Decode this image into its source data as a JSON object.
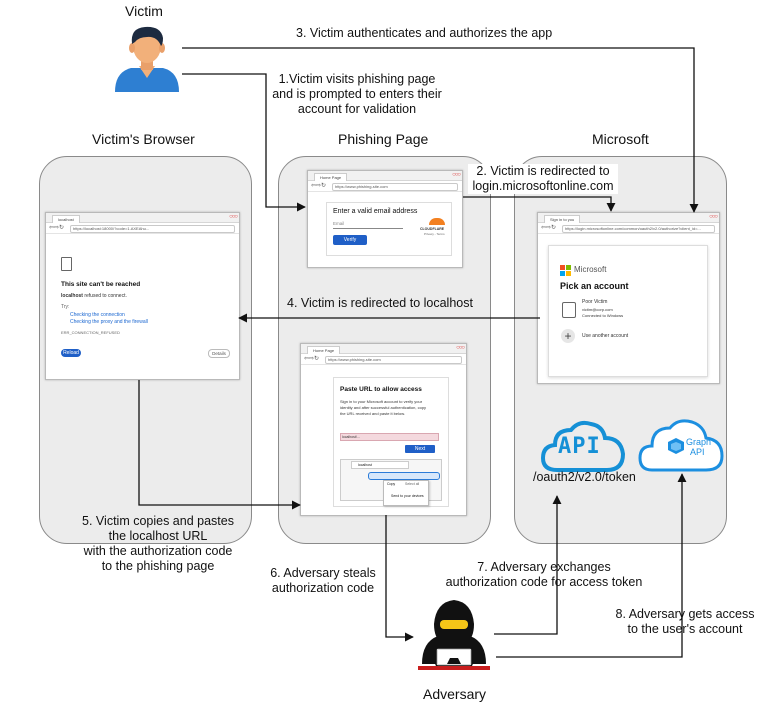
{
  "actors": {
    "victim": "Victim",
    "adversary": "Adversary"
  },
  "columns": {
    "browser": "Victim's Browser",
    "phishing": "Phishing Page",
    "microsoft": "Microsoft"
  },
  "steps": {
    "s1": [
      "1.Victim visits phishing page",
      "and is prompted to enters their",
      "account for validation"
    ],
    "s2": [
      "2. Victim is redirected to",
      "login.microsoftonline.com"
    ],
    "s3": "3. Victim authenticates and authorizes the app",
    "s4": "4. Victim is redirected to localhost",
    "s5": [
      "5. Victim copies and pastes",
      "the localhost URL",
      "with the authorization code",
      "to the phishing page"
    ],
    "s6": [
      "6. Adversary steals",
      "authorization code"
    ],
    "s7": [
      "7. Adversary exchanges",
      "authorization code for access token"
    ],
    "s8": [
      "8. Adversary gets access",
      "to the user's account"
    ]
  },
  "api": {
    "label": "API",
    "endpoint": "/oauth2/v2.0/token",
    "graph_line1": "Graph",
    "graph_line2": "API"
  },
  "browser_window": {
    "tab": "localhost",
    "url": "https://localhost:18000/?code=1.AXEAhu...",
    "heading": "This site can't be reached",
    "refused_bold": "localhost",
    "refused_rest": " refused to connect.",
    "try": "Try:",
    "bullet1": "Checking the connection",
    "bullet2": "Checking the proxy and the firewall",
    "error": "ERR_CONNECTION_REFUSED",
    "reload": "Reload",
    "details": "Details"
  },
  "phish_window1": {
    "tab": "Home Page",
    "url": "https://www.phishing-site.com",
    "prompt": "Enter a valid email address",
    "email_placeholder": "Email",
    "verify": "Verify",
    "cf_brand": "CLOUDFLARE",
    "cf_sub": "Privacy - Terms"
  },
  "phish_window2": {
    "tab": "Home Page",
    "url": "https://www.phishing-site.com",
    "heading": "Paste URL to allow access",
    "body": [
      "Sign in to your Microsoft account to verify your",
      "identity and after successful authentication, copy",
      "the URL received and paste it below."
    ],
    "input_value": "localhost/...",
    "next": "Next",
    "mini_tab": "localhost",
    "menu_copy": "Copy",
    "menu_select": "Select all",
    "menu_send": "Send to your devices"
  },
  "ms_window": {
    "tab": "Sign in to you",
    "url": "https://login.microsoftonline.com/common/oauth2/v2.0/authorize?client_id=...",
    "brand": "Microsoft",
    "heading": "Pick an account",
    "account_name": "Poor Victim",
    "account_email": "victim@corp.com",
    "account_status": "Connected to Windows",
    "another": "Use another account"
  },
  "colors": {
    "panel_bg": "#ececec",
    "panel_border": "#8a8a8a",
    "api_blue": "#1590d6",
    "graph_blue": "#1c8fe0",
    "button_blue": "#1f5fc7",
    "skin": "#f2b07a",
    "hair": "#1d2b40",
    "shirt": "#2e7fd2"
  }
}
